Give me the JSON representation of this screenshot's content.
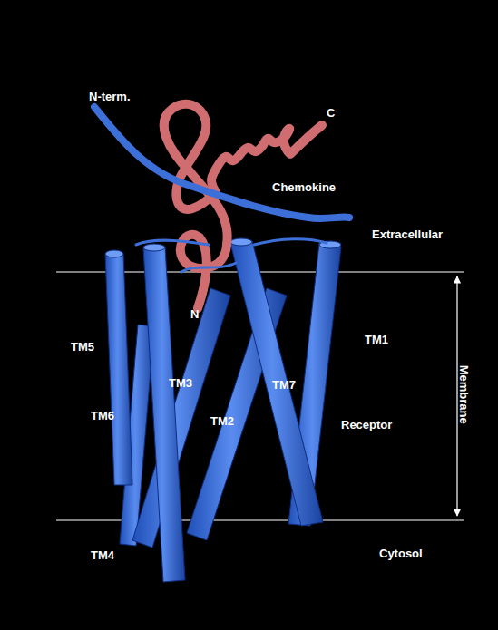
{
  "diagram": {
    "labels": [
      "C",
      "N-term.",
      "Chemokine",
      "Extracellular",
      "N",
      "Membrane",
      "TM5",
      "TM3",
      "TM1",
      "TM7",
      "TM6",
      "TM2",
      "Receptor",
      "TM4",
      "Cytosol"
    ]
  }
}
